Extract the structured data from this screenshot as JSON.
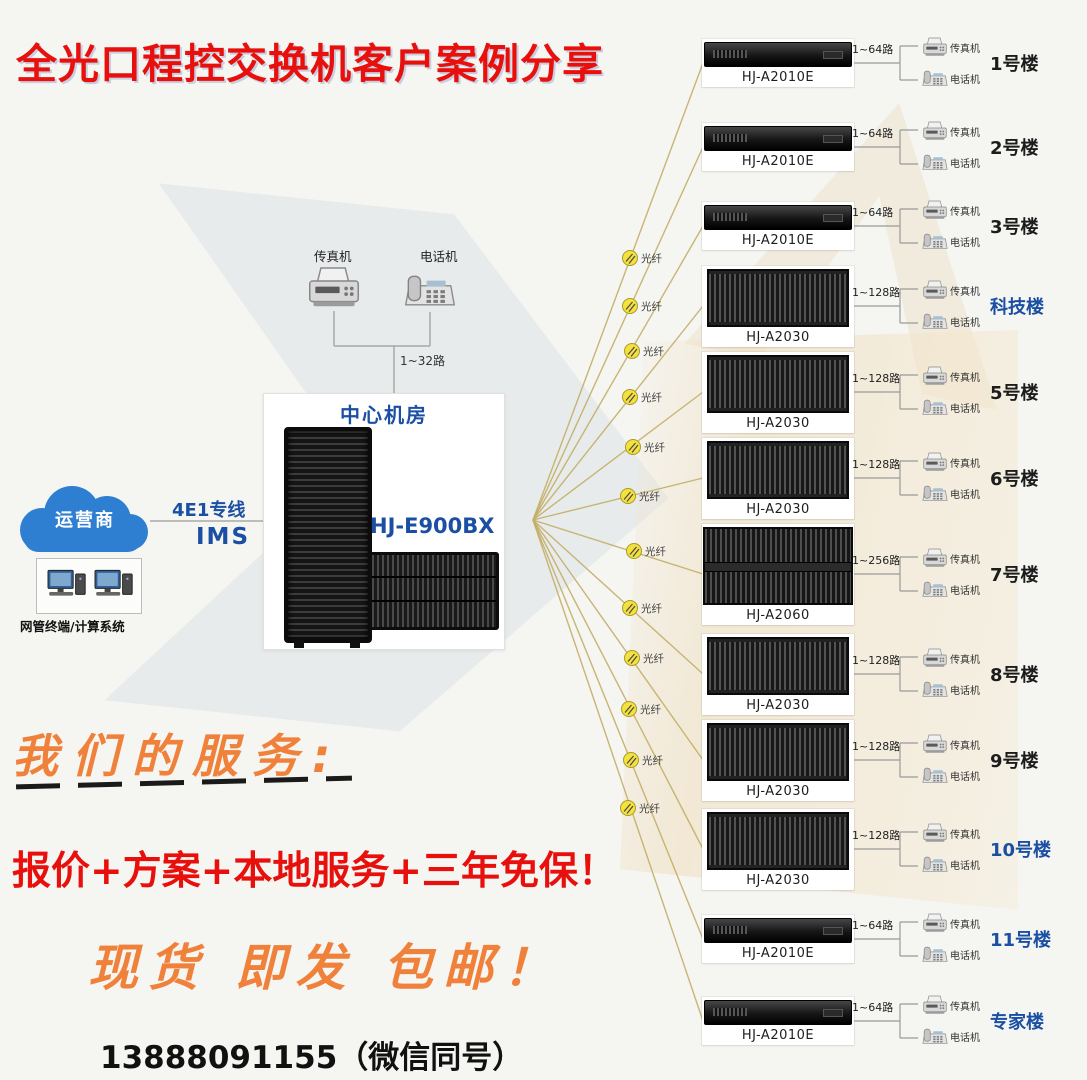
{
  "palette": {
    "accent_blue": "#1a4fa3",
    "title_red": "#e8100c",
    "orange": "#f0813a",
    "fiber_line": "#c3ae66",
    "wire_gray": "#9a9a9a"
  },
  "title": "全光口程控交换机客户案例分享",
  "left": {
    "cloud_label": "运营商",
    "trunk_label": "4E1专线",
    "ims_label": "IMS",
    "terminal_label": "网管终端/计算系统"
  },
  "center": {
    "room_label": "中心机房",
    "device_label": "HJ-E900BX",
    "fax_label": "传真机",
    "phone_label": "电话机",
    "capacity": "1~32路"
  },
  "fiber": {
    "label": "光纤"
  },
  "terminals": {
    "fax": "传真机",
    "phone": "电话机"
  },
  "rows": [
    {
      "device": "HJ-A2010E",
      "capacity": "1~64路",
      "building": "1号楼",
      "color": "#1c1c1c"
    },
    {
      "device": "HJ-A2010E",
      "capacity": "1~64路",
      "building": "2号楼",
      "color": "#1c1c1c"
    },
    {
      "device": "HJ-A2010E",
      "capacity": "1~64路",
      "building": "3号楼",
      "color": "#1c1c1c"
    },
    {
      "device": "HJ-A2030",
      "capacity": "1~128路",
      "building": "科技楼",
      "color": "#1a4fa3"
    },
    {
      "device": "HJ-A2030",
      "capacity": "1~128路",
      "building": "5号楼",
      "color": "#1c1c1c"
    },
    {
      "device": "HJ-A2030",
      "capacity": "1~128路",
      "building": "6号楼",
      "color": "#1c1c1c"
    },
    {
      "device": "HJ-A2060",
      "capacity": "1~256路",
      "building": "7号楼",
      "color": "#1c1c1c"
    },
    {
      "device": "HJ-A2030",
      "capacity": "1~128路",
      "building": "8号楼",
      "color": "#1c1c1c"
    },
    {
      "device": "HJ-A2030",
      "capacity": "1~128路",
      "building": "9号楼",
      "color": "#1c1c1c"
    },
    {
      "device": "HJ-A2030",
      "capacity": "1~128路",
      "building": "10号楼",
      "color": "#1a4fa3"
    },
    {
      "device": "HJ-A2010E",
      "capacity": "1~64路",
      "building": "11号楼",
      "color": "#1a4fa3"
    },
    {
      "device": "HJ-A2010E",
      "capacity": "1~64路",
      "building": "专家楼",
      "color": "#1a4fa3"
    }
  ],
  "promo": {
    "services_heading": "我们的服务:",
    "offer_line": "报价+方案+本地服务+三年免保！",
    "stock_line": "现货 即发 包邮！",
    "phone_line": "13888091155（微信同号）"
  }
}
